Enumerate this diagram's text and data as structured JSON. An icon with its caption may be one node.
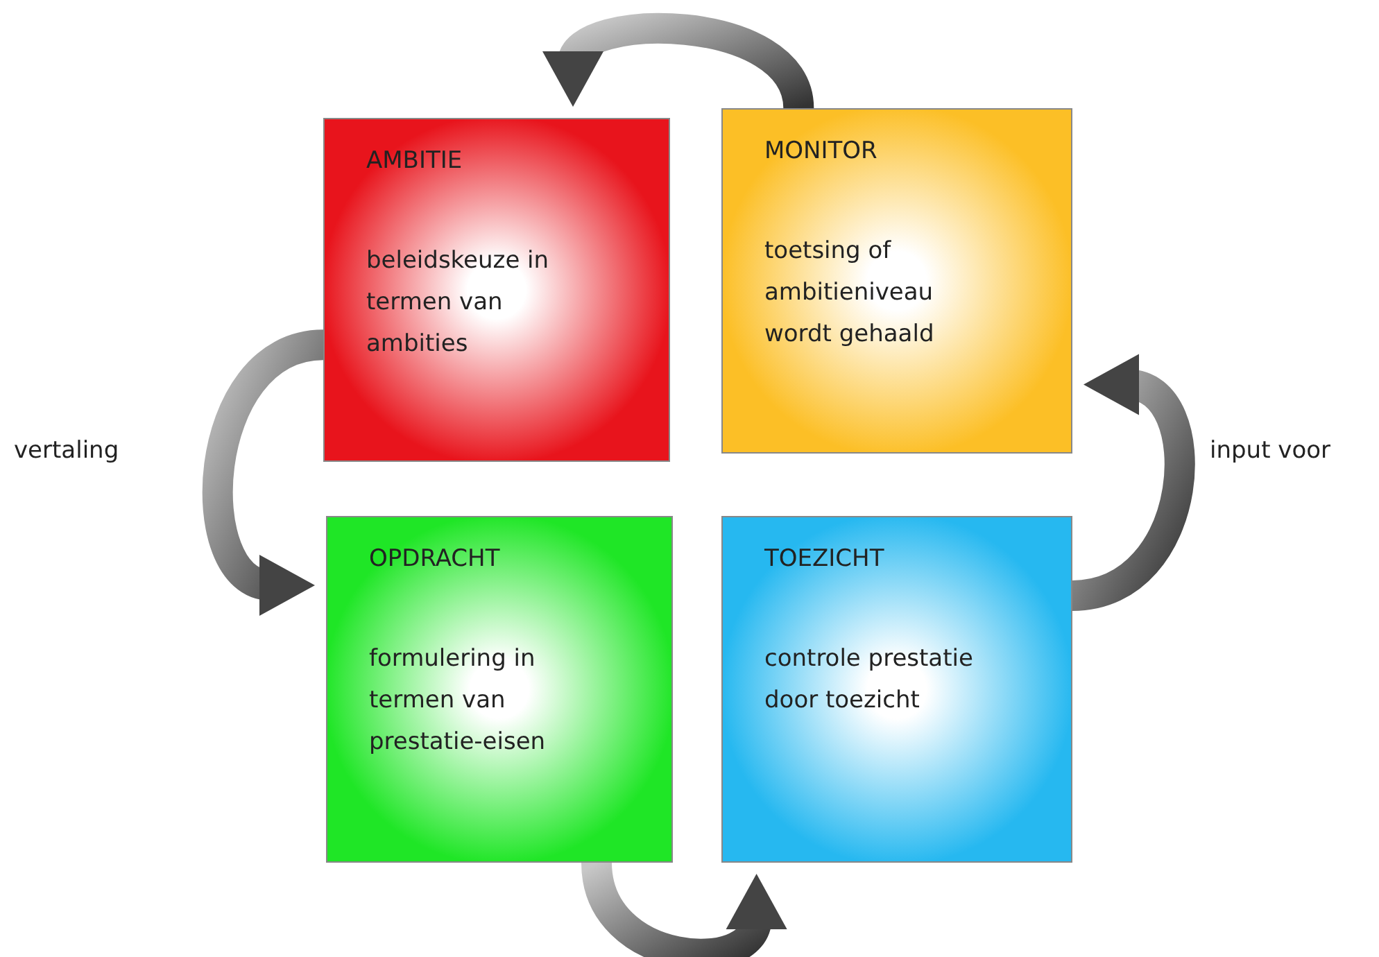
{
  "diagram": {
    "nodes": [
      {
        "text": [
          "AMBITIE",
          "beleidskeuze in termen van ambities"
        ]
      },
      {
        "text": [
          "MONITOR",
          "toetsing of ambitieniveau wordt gehaald"
        ]
      },
      {
        "text": [
          "OPDRACHT",
          "formulering in termen van prestatie-eisen"
        ]
      },
      {
        "text": [
          "TOEZICHT",
          "controle prestatie door toezicht"
        ]
      }
    ],
    "edges": [
      {
        "from": 1,
        "to": 0,
        "arrow": "to"
      },
      {
        "from": 0,
        "to": 2,
        "arrow": "to",
        "label": "vertaling"
      },
      {
        "from": 2,
        "to": 3,
        "arrow": "to"
      },
      {
        "from": 3,
        "to": 1,
        "arrow": "to",
        "label": "input voor"
      }
    ]
  }
}
